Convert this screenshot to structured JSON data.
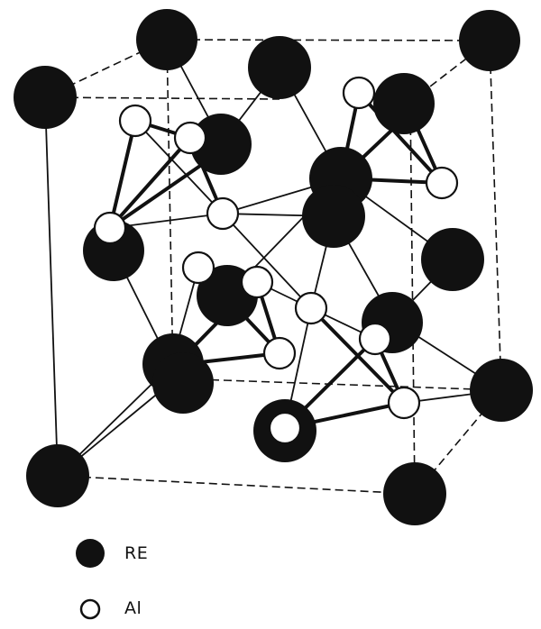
{
  "legend": {
    "items": [
      {
        "label": "RE",
        "marker": "filled-black-circle"
      },
      {
        "label": "Al",
        "marker": "open-white-circle"
      }
    ]
  },
  "colors": {
    "re_fill": "#111111",
    "al_fill": "#ffffff",
    "line": "#111111",
    "background": "#ffffff"
  }
}
